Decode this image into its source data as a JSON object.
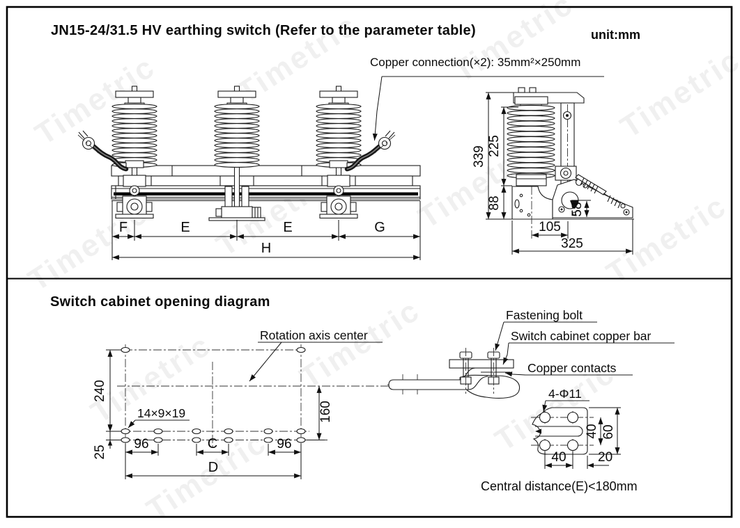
{
  "watermark_text": "Timetric",
  "header": {
    "title": "JN15-24/31.5 HV earthing switch (Refer to the parameter table)",
    "unit_label": "unit:mm"
  },
  "front_view": {
    "callout": "Copper connection(×2): 35mm²×250mm",
    "dim_f": "F",
    "dim_e1": "E",
    "dim_e2": "E",
    "dim_g": "G",
    "dim_h": "H"
  },
  "side_view": {
    "dim_total_height": "339",
    "dim_insulator_height": "225",
    "dim_base_height": "88",
    "dim_pivot_height": "58",
    "dim_center_offset": "105",
    "dim_total_depth": "325"
  },
  "opening_diagram": {
    "section_title": "Switch cabinet opening diagram",
    "rotation_axis_label": "Rotation axis center",
    "slot_size_label": "14×9×19",
    "dim_height": "240",
    "dim_bottom_offset": "25",
    "dim_axis_to_holes": "160",
    "dim_left_pitch": "96",
    "dim_center_pitch": "C",
    "dim_right_pitch": "96",
    "dim_total_width": "D"
  },
  "contact_detail": {
    "fastening_bolt_label": "Fastening bolt",
    "copper_bar_label": "Switch cabinet copper bar",
    "copper_contacts_label": "Copper contacts",
    "holes_label": "4-Φ11",
    "dim_hole_pitch_v": "40",
    "dim_plate_height": "60",
    "dim_hole_pitch_h": "40",
    "dim_edge_offset": "20",
    "central_distance_note": "Central distance(E)<180mm"
  }
}
